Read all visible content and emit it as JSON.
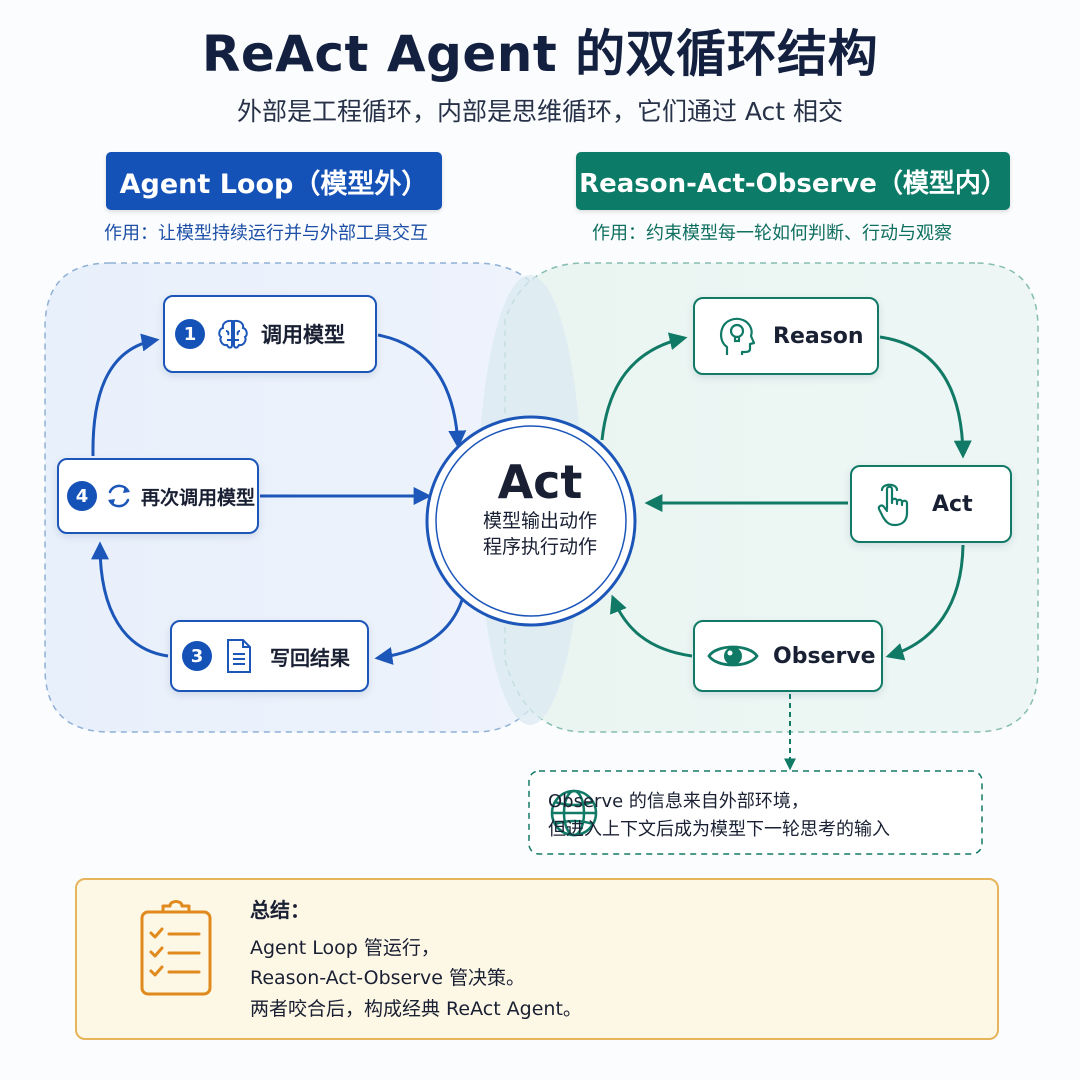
{
  "title": "ReAct Agent 的双循环结构",
  "subtitle": "外部是工程循环，内部是思维循环，它们通过 Act 相交",
  "colors": {
    "blue": "#1552b8",
    "teal": "#0c7c68",
    "summary_border": "#e6b45a",
    "summary_bg": "#fdf7e6"
  },
  "left_loop": {
    "header": "Agent Loop（模型外）",
    "purpose": "作用：让模型持续运行并与外部工具交互",
    "steps": [
      {
        "number": "1",
        "icon": "brain-icon",
        "label": "调用模型"
      },
      {
        "number": "3",
        "icon": "document-icon",
        "label": "写回结果"
      },
      {
        "number": "4",
        "icon": "refresh-icon",
        "label": "再次调用模型"
      }
    ]
  },
  "right_loop": {
    "header": "Reason-Act-Observe（模型内）",
    "purpose": "作用：约束模型每一轮如何判断、行动与观察",
    "nodes": [
      {
        "icon": "head-lightbulb-icon",
        "label": "Reason"
      },
      {
        "icon": "pointer-hand-icon",
        "label": "Act"
      },
      {
        "icon": "eye-icon",
        "label": "Observe"
      }
    ]
  },
  "center": {
    "title": "Act",
    "lines": [
      "模型输出动作",
      "程序执行动作"
    ]
  },
  "observe_note": {
    "icon": "globe-icon",
    "lines": [
      "Observe 的信息来自外部环境，",
      "但进入上下文后成为模型下一轮思考的输入"
    ]
  },
  "summary": {
    "icon": "clipboard-checklist-icon",
    "heading": "总结：",
    "lines": [
      "Agent Loop 管运行，",
      "Reason-Act-Observe 管决策。",
      "两者咬合后，构成经典 ReAct Agent。"
    ]
  }
}
